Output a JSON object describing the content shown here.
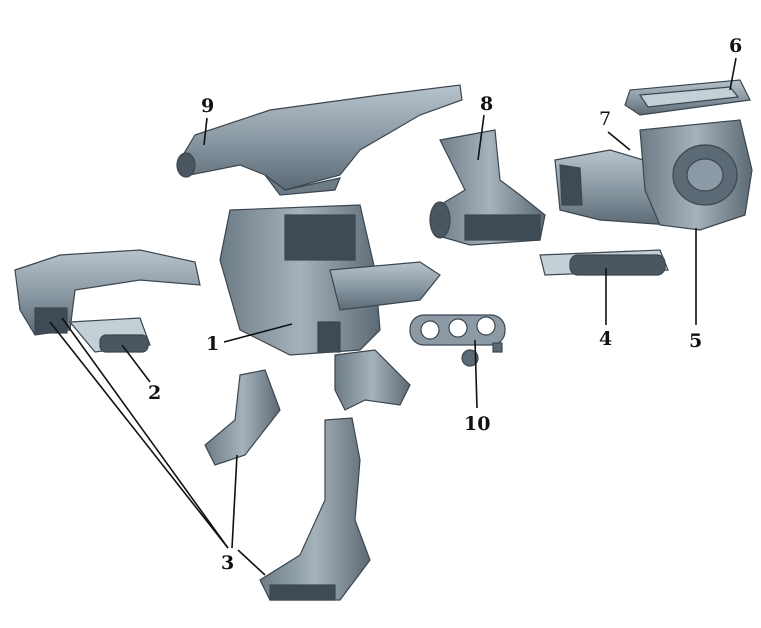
{
  "diagram": {
    "colors": {
      "part_fill": "#8c9aa5",
      "part_dark": "#5c6a75",
      "part_light": "#b7c3cc",
      "label": "#111111"
    },
    "labels": {
      "l1": "1",
      "l2": "2",
      "l3": "3",
      "l4": "4",
      "l5": "5",
      "l6": "6",
      "l7": "7",
      "l8": "8",
      "l9": "9",
      "l10": "10"
    }
  }
}
